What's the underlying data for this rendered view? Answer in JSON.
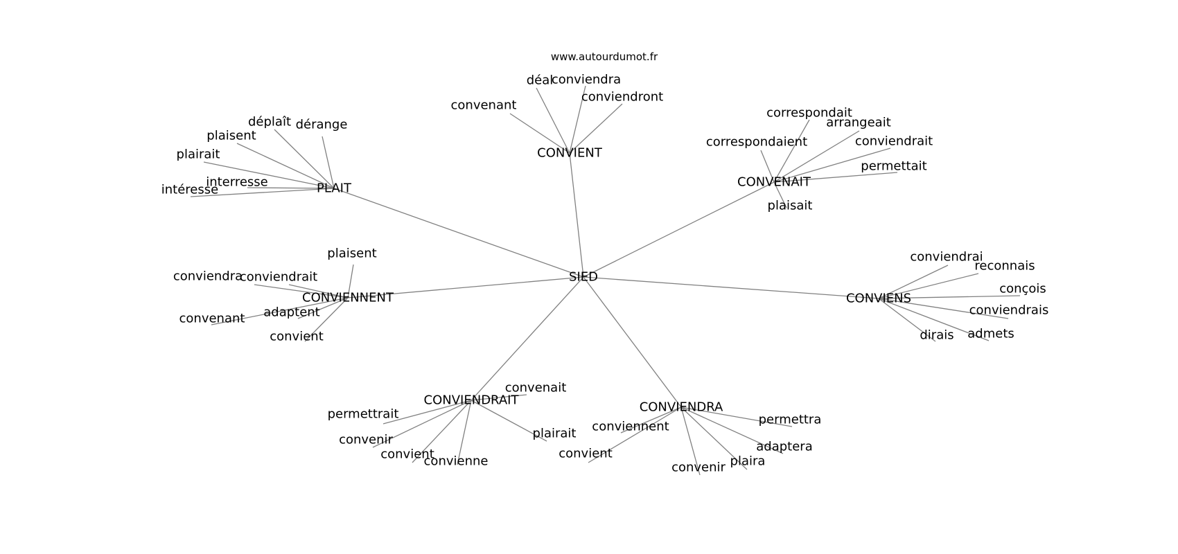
{
  "site": "www.autourdumot.fr",
  "center": "SIED",
  "groups": [
    {
      "id": "convient",
      "label": "CONVIENT",
      "leaves": [
        "déal",
        "conviendra",
        "conviendront",
        "convenant"
      ]
    },
    {
      "id": "plait",
      "label": "PLAIT",
      "leaves": [
        "déplaît",
        "dérange",
        "plaisent",
        "plairait",
        "interresse",
        "intéresse"
      ]
    },
    {
      "id": "convenait",
      "label": "CONVENAIT",
      "leaves": [
        "correspondait",
        "arrangeait",
        "correspondaient",
        "conviendrait",
        "permettait",
        "plaisait"
      ]
    },
    {
      "id": "conviennent",
      "label": "CONVIENNENT",
      "leaves": [
        "plaisent",
        "conviendra",
        "conviendrait",
        "convenant",
        "adaptent",
        "convient"
      ]
    },
    {
      "id": "conviens",
      "label": "CONVIENS",
      "leaves": [
        "conviendrai",
        "reconnais",
        "conçois",
        "conviendrais",
        "admets",
        "dirais"
      ]
    },
    {
      "id": "conviendrait",
      "label": "CONVIENDRAIT",
      "leaves": [
        "convenait",
        "permettrait",
        "convenir",
        "convient",
        "convienne",
        "plairait"
      ]
    },
    {
      "id": "conviendra",
      "label": "CONVIENDRA",
      "leaves": [
        "conviennent",
        "permettra",
        "convient",
        "adaptera",
        "convenir",
        "plaira"
      ]
    }
  ],
  "colors": {
    "edge": "#808080",
    "text": "#000000",
    "background": "#ffffff"
  }
}
